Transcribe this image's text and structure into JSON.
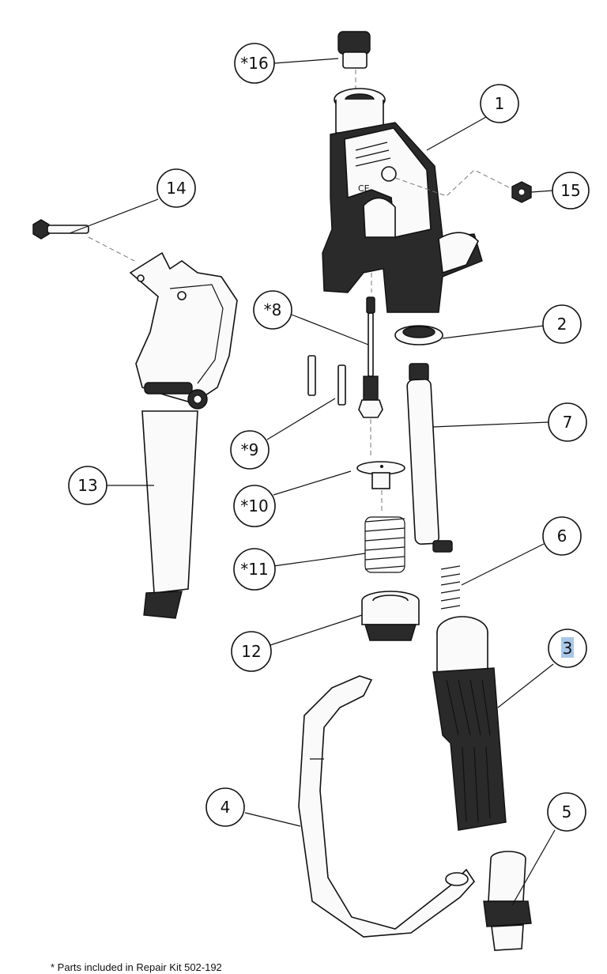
{
  "callouts": [
    {
      "id": "c16",
      "label": "*16"
    },
    {
      "id": "c1",
      "label": "1"
    },
    {
      "id": "c14",
      "label": "14"
    },
    {
      "id": "c15",
      "label": "15"
    },
    {
      "id": "c8",
      "label": "*8"
    },
    {
      "id": "c2",
      "label": "2"
    },
    {
      "id": "c7",
      "label": "7"
    },
    {
      "id": "c9",
      "label": "*9"
    },
    {
      "id": "c13",
      "label": "13"
    },
    {
      "id": "c10",
      "label": "*10"
    },
    {
      "id": "c6",
      "label": "6"
    },
    {
      "id": "c11",
      "label": "*11"
    },
    {
      "id": "c12",
      "label": "12"
    },
    {
      "id": "c3",
      "label": "3",
      "highlighted": true
    },
    {
      "id": "c4",
      "label": "4"
    },
    {
      "id": "c5",
      "label": "5"
    }
  ],
  "footnote": "* Parts included in Repair Kit 502-192",
  "colors": {
    "line": "#111111",
    "highlight": "#a9c7e8",
    "background": "#ffffff"
  }
}
